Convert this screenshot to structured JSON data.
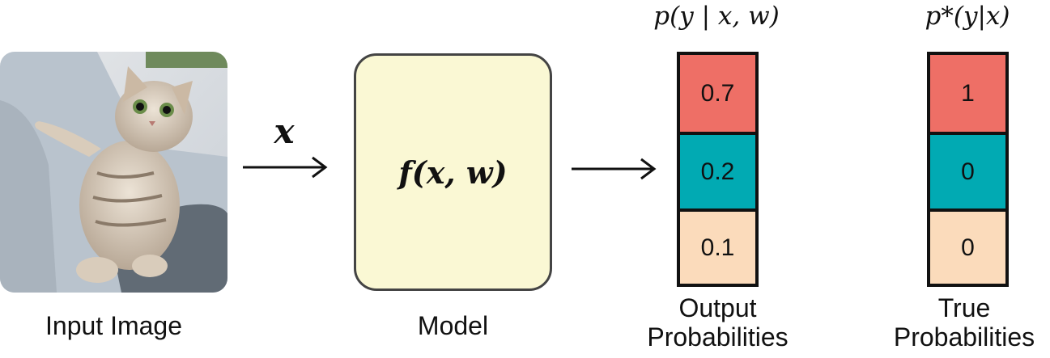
{
  "input": {
    "caption": "Input Image"
  },
  "input_var": "x",
  "model": {
    "equation": "f(x, w)",
    "caption": "Model"
  },
  "output": {
    "title": "p(y | x, w)",
    "caption_line1": "Output",
    "caption_line2": "Probabilities",
    "values": [
      "0.7",
      "0.2",
      "0.1"
    ]
  },
  "truth": {
    "title": "p*(y|x)",
    "caption_line1": "True",
    "caption_line2": "Probabilities",
    "values": [
      "1",
      "0",
      "0"
    ]
  },
  "colors": {
    "class_1": "#ee6f66",
    "class_2": "#01aab3",
    "class_3": "#fbdbbb",
    "model_fill": "#faf8d4"
  }
}
